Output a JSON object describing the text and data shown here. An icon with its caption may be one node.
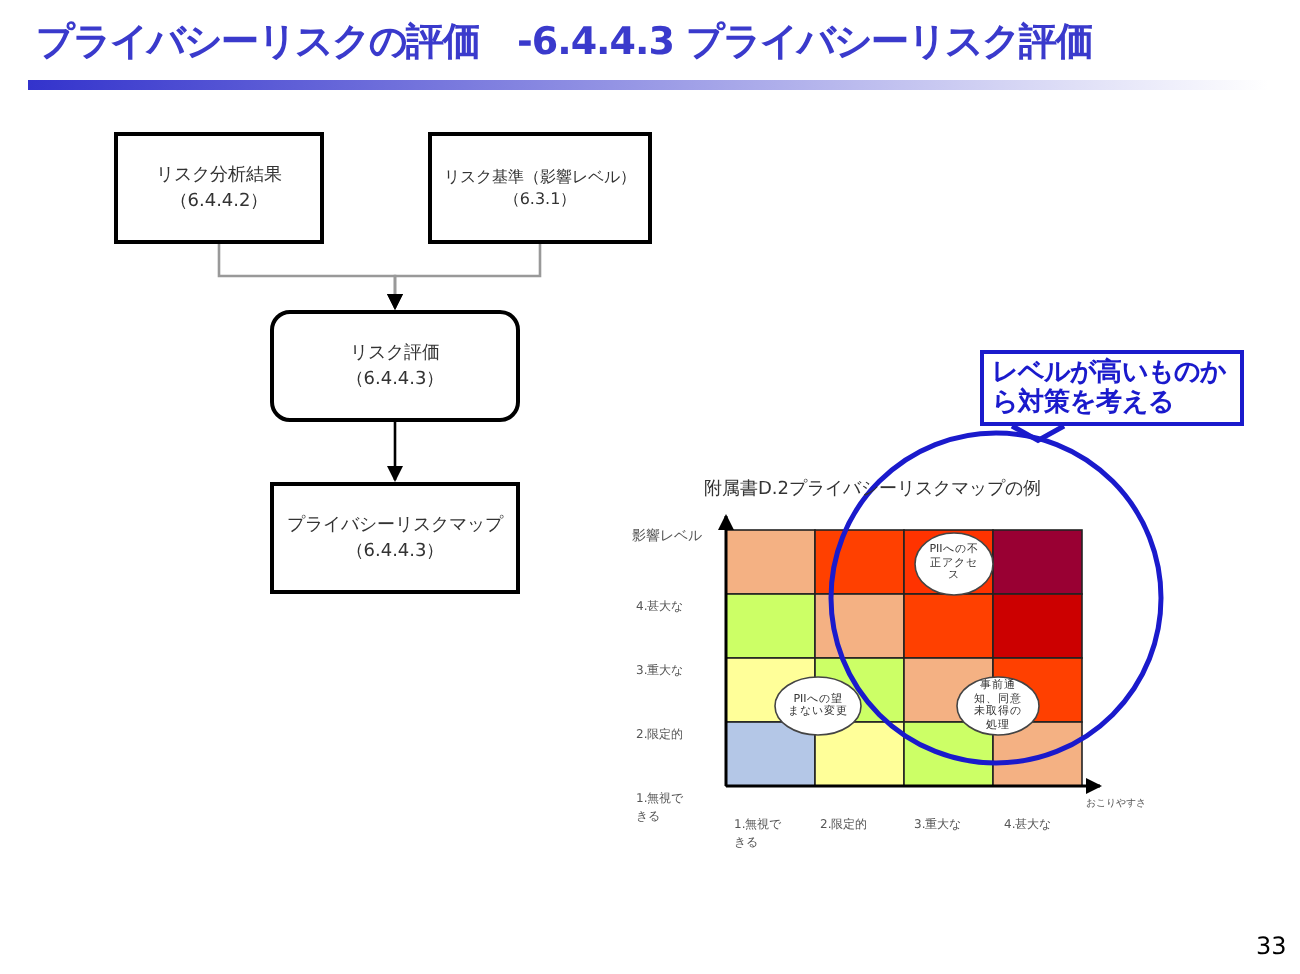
{
  "diagram": {
    "title": "プライバシーリスクの評価　-6.4.4.3 プライバシーリスク評価",
    "nodes": [
      {
        "text": [
          "リスク分析結果",
          "（6.4.4.2）"
        ]
      },
      {
        "text": [
          "リスク基準（影響レベル）",
          "（6.3.1）"
        ]
      },
      {
        "text": [
          "リスク評価",
          "（6.4.4.3）"
        ]
      },
      {
        "text": [
          "プライバシーリスクマップ",
          "（6.4.4.3）"
        ]
      },
      {
        "text": [
          "レベルが高いものから対策を考える"
        ]
      },
      {
        "text": [],
        "shape": "circle"
      },
      {
        "text": [
          "PIIへの不正アクセス"
        ],
        "in": 5
      },
      {
        "text": [
          "PIIへの望まない変更"
        ]
      },
      {
        "text": [
          "事前通知、同意未取得の処理"
        ],
        "in": 5
      }
    ],
    "edges": [
      {
        "from": 0,
        "to": 2,
        "arrow": "to"
      },
      {
        "from": 1,
        "to": 2,
        "arrow": "to"
      },
      {
        "from": 2,
        "to": 3,
        "arrow": "to",
        "color": "#000000"
      },
      {
        "from": 4,
        "to": 5,
        "arrow": "none",
        "color": "#1a1acc"
      }
    ],
    "labels": [
      "附属書D.2プライバシーリスクマップの例",
      "影響レベル",
      "4.甚大な",
      "3.重大な",
      "2.限定的",
      "1.無視できる",
      "おこりやすさ",
      "1.無視できる",
      "2.限定的",
      "3.重大な",
      "4.甚大な",
      "33"
    ]
  }
}
